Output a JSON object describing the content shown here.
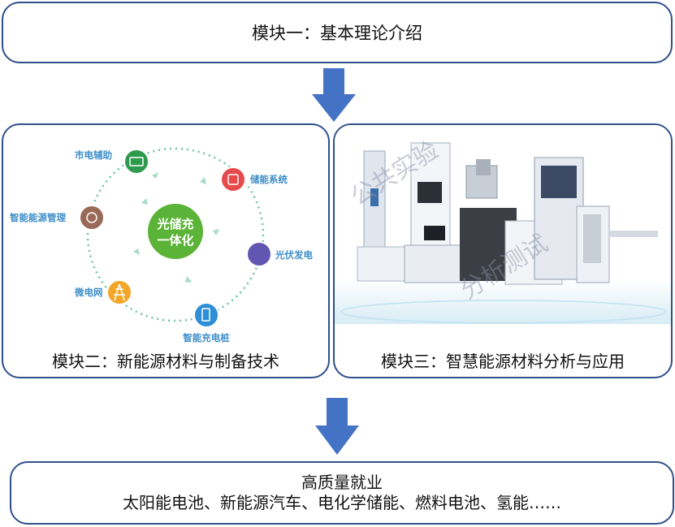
{
  "module1": {
    "label": "模块一：基本理论介绍"
  },
  "module2": {
    "label": "模块二：新能源材料与制备技术",
    "center": {
      "line1": "光储充",
      "line2": "一体化"
    },
    "nodes": [
      {
        "label": "市电辅助",
        "icon": "battery-charger-icon",
        "color": "#2e9a4e"
      },
      {
        "label": "储能系统",
        "icon": "energy-storage-icon",
        "color": "#e74a4a"
      },
      {
        "label": "光伏发电",
        "icon": "solar-panel-icon",
        "color": "#6356b0"
      },
      {
        "label": "智能充电桩",
        "icon": "charging-pile-icon",
        "color": "#2f8fd6"
      },
      {
        "label": "微电网",
        "icon": "power-tower-icon",
        "color": "#f2a62a"
      },
      {
        "label": "智能能源管理",
        "icon": "energy-management-icon",
        "color": "#9a6a58"
      }
    ],
    "colors": {
      "center": "#5bb337",
      "ring": "#6cc2a8"
    }
  },
  "module3": {
    "label": "模块三：智慧能源材料分析与应用",
    "watermark": {
      "line1": "公共实验",
      "line2": "分析测试"
    }
  },
  "outcome": {
    "title": "高质量就业",
    "detail": "太阳能电池、新能源汽车、电化学储能、燃料电池、氢能……"
  },
  "colors": {
    "border": "#2f4f8a",
    "arrow": "#4472c4"
  }
}
